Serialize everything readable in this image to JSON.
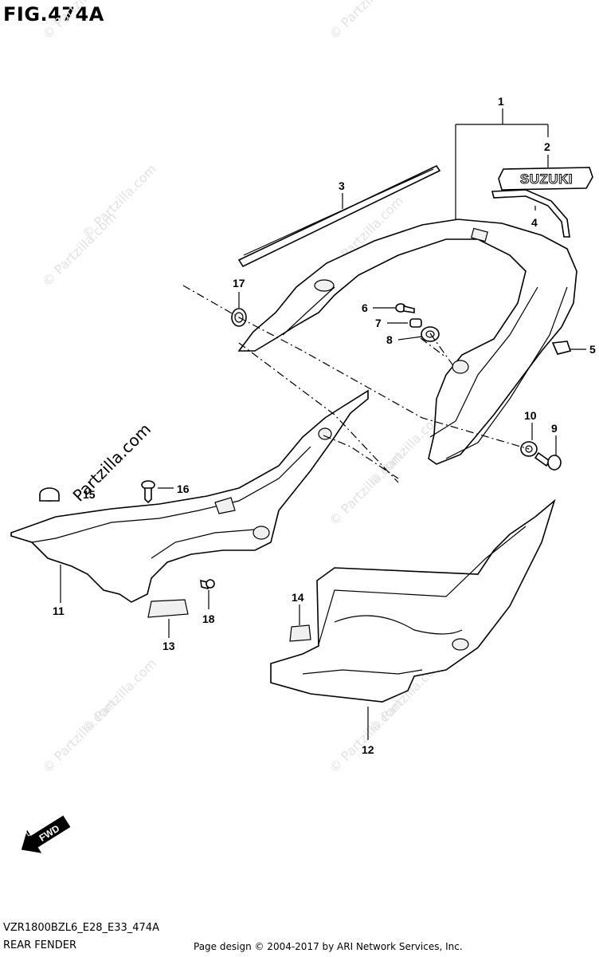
{
  "figure": {
    "title": "FIG.474A",
    "code": "VZR1800BZL6_E28_E33_474A",
    "name": "REAR FENDER",
    "footer": "Page design © 2004-2017 by ARI Network Services, Inc."
  },
  "watermark": {
    "text": "© Partzilla.com",
    "text_bold": "Partzilla.com"
  },
  "emblem": {
    "text": "SUZUKI"
  },
  "fwd_arrow": {
    "text": "FWD"
  },
  "callouts": [
    {
      "id": "1",
      "label": "1"
    },
    {
      "id": "2",
      "label": "2"
    },
    {
      "id": "3",
      "label": "3"
    },
    {
      "id": "4",
      "label": "4"
    },
    {
      "id": "5",
      "label": "5"
    },
    {
      "id": "6",
      "label": "6"
    },
    {
      "id": "7",
      "label": "7"
    },
    {
      "id": "8",
      "label": "8"
    },
    {
      "id": "9",
      "label": "9"
    },
    {
      "id": "10",
      "label": "10"
    },
    {
      "id": "11",
      "label": "11"
    },
    {
      "id": "12",
      "label": "12"
    },
    {
      "id": "13",
      "label": "13"
    },
    {
      "id": "14",
      "label": "14"
    },
    {
      "id": "15",
      "label": "15"
    },
    {
      "id": "16",
      "label": "16"
    },
    {
      "id": "17",
      "label": "17"
    },
    {
      "id": "18",
      "label": "18"
    }
  ]
}
